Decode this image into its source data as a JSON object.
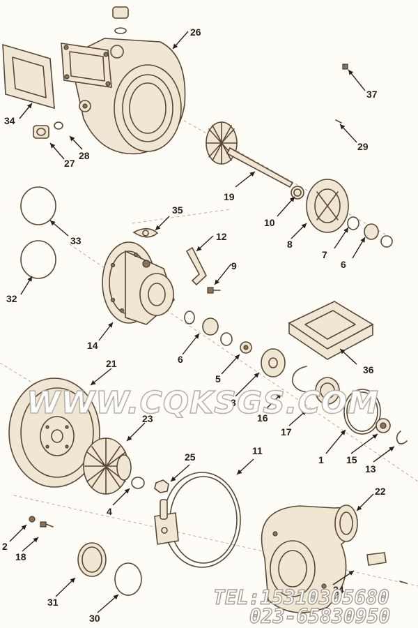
{
  "callouts": [
    "26",
    "34",
    "28",
    "27",
    "37",
    "29",
    "19",
    "10",
    "8",
    "7",
    "6",
    "33",
    "35",
    "12",
    "9",
    "32",
    "14",
    "6",
    "5",
    "36",
    "21",
    "3",
    "16",
    "17",
    "23",
    "1",
    "15",
    "13",
    "25",
    "11",
    "4",
    "22",
    "2",
    "18",
    "31",
    "30",
    "24"
  ],
  "watermark": "WWW.CQKSGS.COM",
  "contact": {
    "phone": "TEL:15310305680",
    "tel": "023-65830950"
  }
}
